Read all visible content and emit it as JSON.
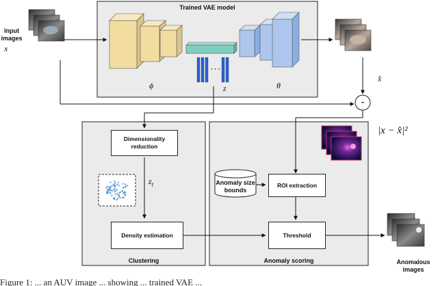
{
  "colors": {
    "panel_fill": "#ebebeb",
    "encoder_fill": "#f2dca0",
    "decoder_fill": "#aec6ee",
    "latent_fill": "#7fcfc0",
    "latent_units": "#2b62c9",
    "scatter_dots": "#5b9bd5"
  },
  "diagram": {
    "vae_title": "Trained VAE model",
    "input_label": "Input\nimages",
    "input_var": "x",
    "phi": "ϕ",
    "z": "z",
    "theta": "θ",
    "recon_var": "x̂",
    "ellipsis": "· · ·",
    "minus": "-",
    "error_expr": "|x − x̂|²",
    "dim_reduction": "Dimensionality\nreduction",
    "zt": "z_t",
    "density": "Density estimation",
    "clustering": "Clustering",
    "anomaly_bounds": "Anomaly size\nbounds",
    "roi": "ROI extraction",
    "threshold": "Threshold",
    "anomaly_scoring": "Anomaly scoring",
    "anomalous_images": "Anomalous\nimages"
  },
  "caption": "Figure 1: ... an AUV image ... showing ... trained VAE ..."
}
